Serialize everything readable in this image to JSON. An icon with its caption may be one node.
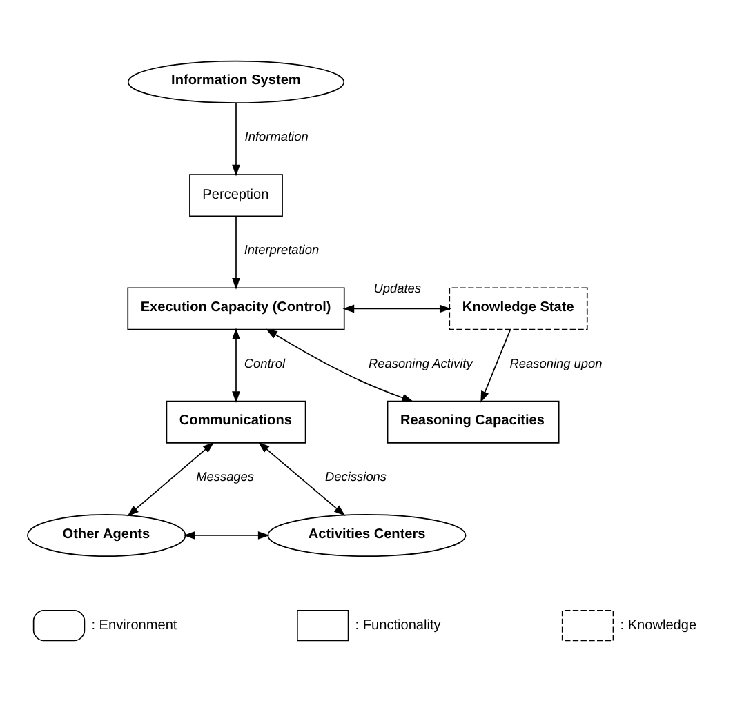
{
  "diagram": {
    "nodes": [
      {
        "text": [
          "Information System"
        ]
      },
      {
        "text": [
          "Perception"
        ]
      },
      {
        "text": [
          "Execution Capacity (Control)"
        ]
      },
      {
        "text": [
          "Knowledge State"
        ]
      },
      {
        "text": [
          "Communications"
        ]
      },
      {
        "text": [
          "Reasoning Capacities"
        ]
      },
      {
        "text": [
          "Other Agents"
        ]
      },
      {
        "text": [
          "Activities Centers"
        ]
      }
    ],
    "edges": [
      {
        "from": 0,
        "to": 1,
        "arrow": "to",
        "label": "Information"
      },
      {
        "from": 1,
        "to": 2,
        "arrow": "to",
        "label": "Interpretation"
      },
      {
        "from": 2,
        "to": 3,
        "arrow": "both",
        "label": "Updates"
      },
      {
        "from": 3,
        "to": 5,
        "arrow": "to",
        "label": "Reasoning upon"
      },
      {
        "from": 2,
        "to": 5,
        "arrow": "both",
        "label": "Reasoning Activity"
      },
      {
        "from": 2,
        "to": 4,
        "arrow": "both",
        "label": "Control"
      },
      {
        "from": 4,
        "to": 6,
        "arrow": "both",
        "label": "Messages"
      },
      {
        "from": 4,
        "to": 7,
        "arrow": "both",
        "label": "Decissions"
      },
      {
        "from": 6,
        "to": 7,
        "arrow": "both"
      }
    ],
    "legend": [
      {
        "text": ": Environment"
      },
      {
        "text": ": Functionality"
      },
      {
        "text": ": Knowledge"
      }
    ]
  }
}
